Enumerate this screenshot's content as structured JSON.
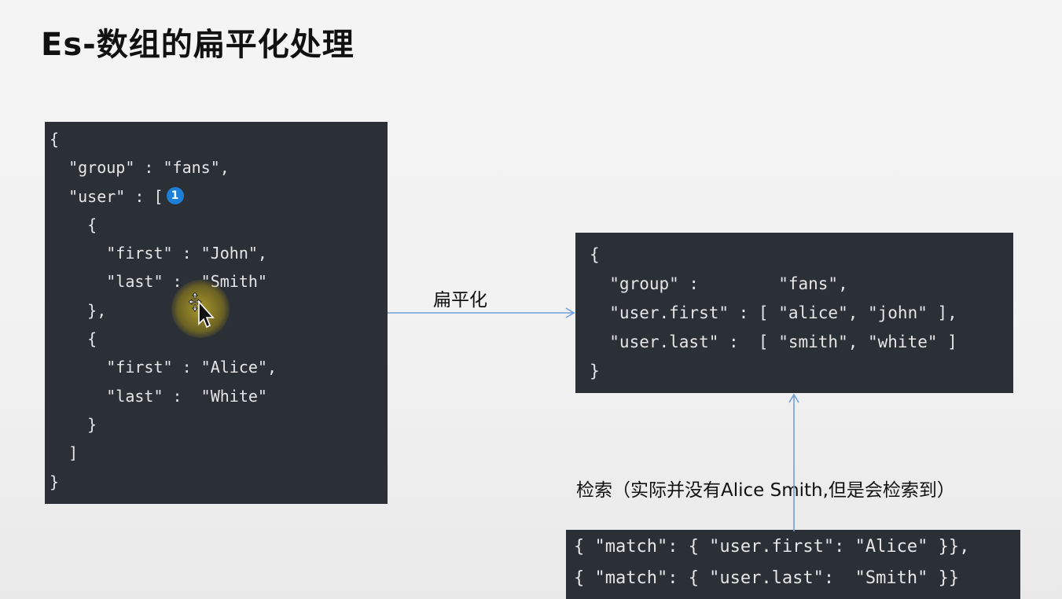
{
  "title": "Es-数组的扁平化处理",
  "left_code": {
    "lines": [
      "{",
      "  \"group\" : \"fans\",",
      "  \"user\" : [",
      "    {",
      "      \"first\" : \"John\",",
      "      \"last\" :  \"Smith\"",
      "    },",
      "    {",
      "      \"first\" : \"Alice\",",
      "      \"last\" :  \"White\"",
      "    }",
      "  ]",
      "}"
    ],
    "badge": "1"
  },
  "arrow_label": "扁平化",
  "right_code": {
    "lines": [
      "{",
      "  \"group\" :        \"fans\",",
      "  \"user.first\" : [ \"alice\", \"john\" ],",
      "  \"user.last\" :  [ \"smith\", \"white\" ]",
      "}"
    ]
  },
  "search_label": "检索（实际并没有Alice Smith,但是会检索到）",
  "bottom_code": {
    "lines": [
      "{ \"match\": { \"user.first\": \"Alice\" }},",
      "{ \"match\": { \"user.last\":  \"Smith\" }}"
    ]
  },
  "colors": {
    "code_bg": "#2b2f36",
    "code_text": "#e6e6e6",
    "arrow": "#6f9fd8",
    "badge": "#1e7fd6"
  },
  "icons": {
    "badge": "numbered-circle-icon",
    "cursor": "move-cursor-icon"
  }
}
